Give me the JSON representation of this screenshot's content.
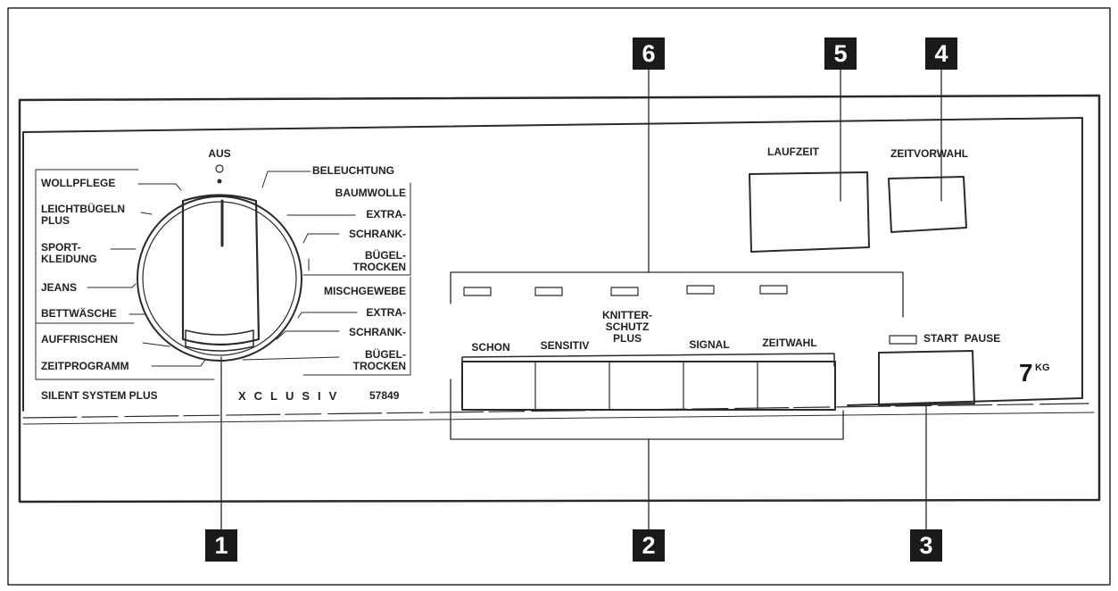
{
  "dial": {
    "top_label": "AUS",
    "left_programs": [
      "WOLLPFLEGE",
      "LEICHTBÜGELN\nPLUS",
      "SPORT-\nKLEIDUNG",
      "JEANS",
      "BETTWÄSCHE",
      "AUFFRISCHEN",
      "ZEITPROGRAMM"
    ],
    "right_programs": [
      "BELEUCHTUNG",
      "BAUMWOLLE",
      "EXTRA-",
      "SCHRANK-",
      "BÜGEL-\nTROCKEN",
      "MISCHGEWEBE",
      "EXTRA-",
      "SCHRANK-",
      "BÜGEL-\nTROCKEN"
    ]
  },
  "model": {
    "series": "SILENT SYSTEM PLUS",
    "line": "XCLUSIV",
    "number": "57849"
  },
  "buttons": [
    "SCHON",
    "SENSITIV",
    "KNITTER-\nSCHUTZ\nPLUS",
    "SIGNAL",
    "ZEITWAHL"
  ],
  "start": {
    "label": "START  PAUSE"
  },
  "displays": {
    "runtime": "LAUFZEIT",
    "delay": "ZEITVORWAHL"
  },
  "capacity": {
    "value": "7",
    "unit": "KG"
  },
  "callouts": [
    "1",
    "2",
    "3",
    "4",
    "5",
    "6"
  ]
}
